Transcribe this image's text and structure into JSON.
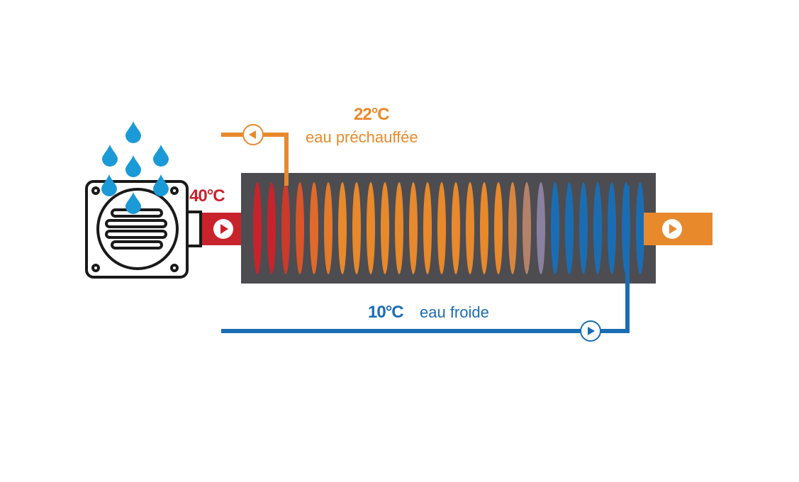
{
  "colors": {
    "hot": "#c8232c",
    "warm": "#e8892c",
    "cold": "#1b6db3",
    "tank": "#4d4c50",
    "drop": "#1a9ad6"
  },
  "labels": {
    "hot_temp": "40°C",
    "preheated_temp": "22°C",
    "preheated_desc": "eau préchauffée",
    "cold_temp": "10°C",
    "cold_desc": "eau froide"
  }
}
